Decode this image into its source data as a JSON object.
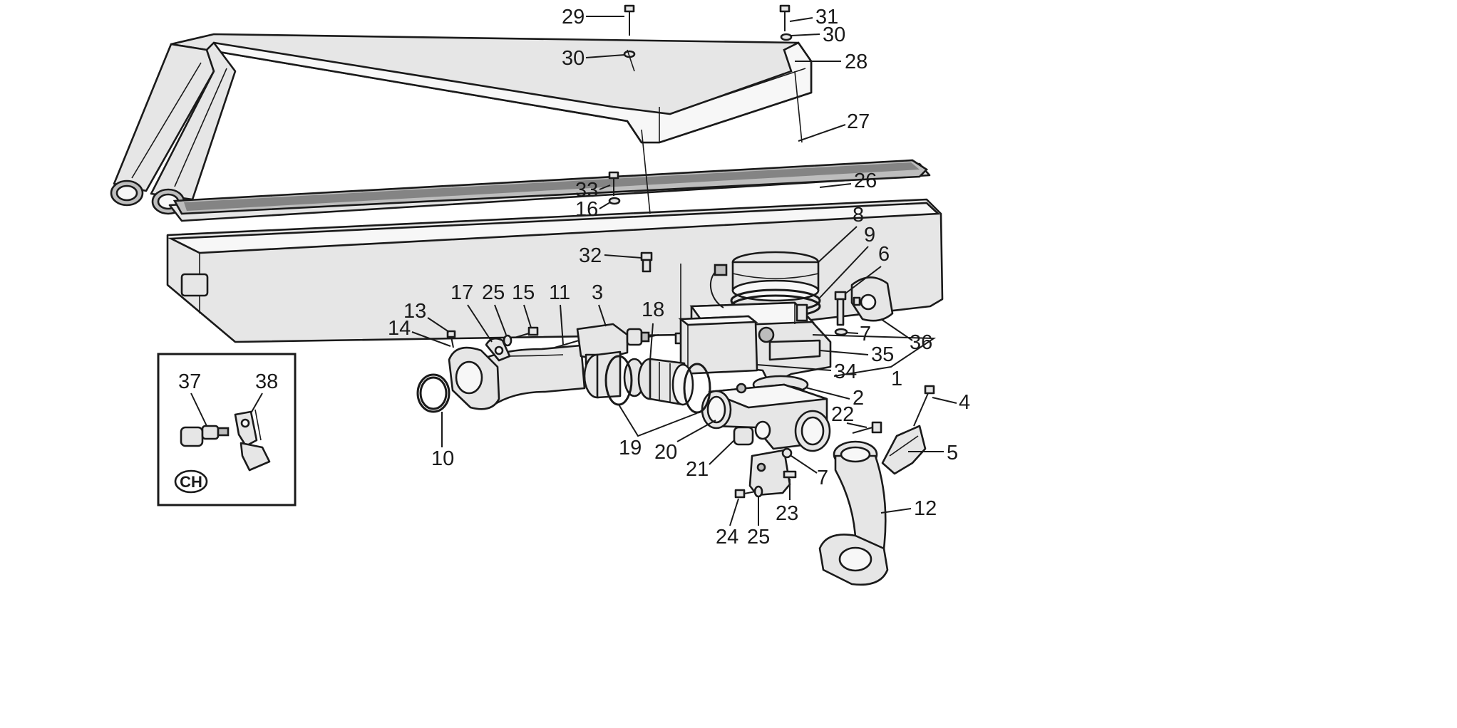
{
  "callouts": [
    {
      "id": "29",
      "label": "29"
    },
    {
      "id": "30a",
      "label": "30"
    },
    {
      "id": "31",
      "label": "31"
    },
    {
      "id": "30b",
      "label": "30"
    },
    {
      "id": "28",
      "label": "28"
    },
    {
      "id": "27",
      "label": "27"
    },
    {
      "id": "26",
      "label": "26"
    },
    {
      "id": "33",
      "label": "33"
    },
    {
      "id": "16",
      "label": "16"
    },
    {
      "id": "32",
      "label": "32"
    },
    {
      "id": "8",
      "label": "8"
    },
    {
      "id": "9",
      "label": "9"
    },
    {
      "id": "6",
      "label": "6"
    },
    {
      "id": "7a",
      "label": "7"
    },
    {
      "id": "36",
      "label": "36"
    },
    {
      "id": "35",
      "label": "35"
    },
    {
      "id": "34",
      "label": "34"
    },
    {
      "id": "1",
      "label": "1"
    },
    {
      "id": "2",
      "label": "2"
    },
    {
      "id": "4",
      "label": "4"
    },
    {
      "id": "5",
      "label": "5"
    },
    {
      "id": "12",
      "label": "12"
    },
    {
      "id": "22",
      "label": "22"
    },
    {
      "id": "7b",
      "label": "7"
    },
    {
      "id": "23",
      "label": "23"
    },
    {
      "id": "25b",
      "label": "25"
    },
    {
      "id": "24",
      "label": "24"
    },
    {
      "id": "21",
      "label": "21"
    },
    {
      "id": "20",
      "label": "20"
    },
    {
      "id": "19",
      "label": "19"
    },
    {
      "id": "18",
      "label": "18"
    },
    {
      "id": "3",
      "label": "3"
    },
    {
      "id": "11",
      "label": "11"
    },
    {
      "id": "15",
      "label": "15"
    },
    {
      "id": "25a",
      "label": "25"
    },
    {
      "id": "17",
      "label": "17"
    },
    {
      "id": "13",
      "label": "13"
    },
    {
      "id": "14",
      "label": "14"
    },
    {
      "id": "10",
      "label": "10"
    }
  ],
  "inset": {
    "callouts": [
      {
        "id": "37",
        "label": "37"
      },
      {
        "id": "38",
        "label": "38"
      }
    ],
    "badge": "CH"
  }
}
